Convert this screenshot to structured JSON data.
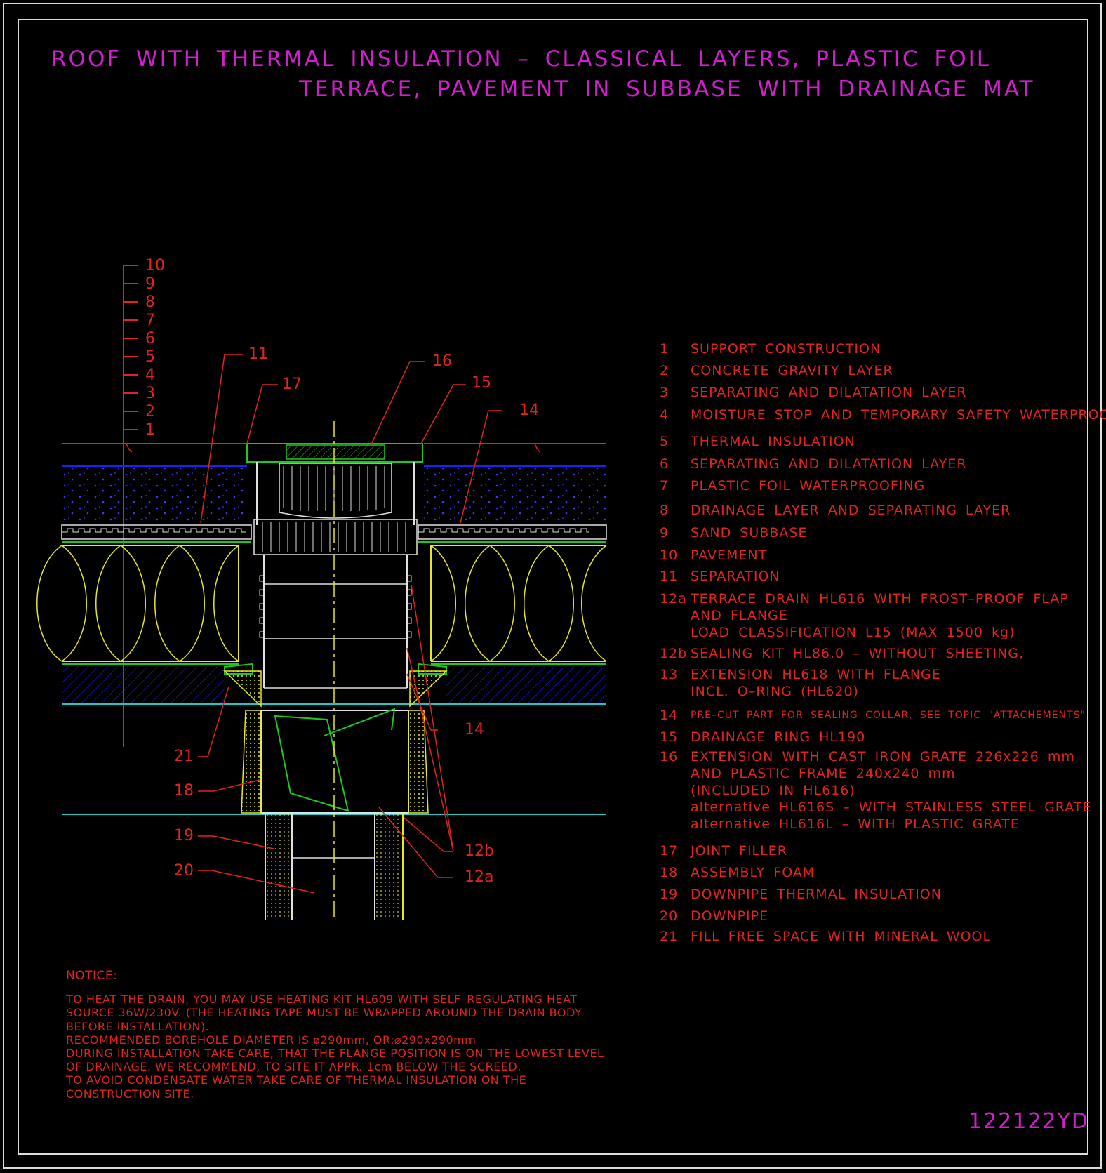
{
  "title": {
    "line1": "ROOF WITH THERMAL INSULATION – CLASSICAL LAYERS, PLASTIC FOIL",
    "line2": "TERRACE, PAVEMENT IN SUBBASE WITH DRAINAGE MAT"
  },
  "scale_numbers": [
    "10",
    "9",
    "8",
    "7",
    "6",
    "5",
    "4",
    "3",
    "2",
    "1"
  ],
  "callouts": {
    "c11": "11",
    "c17": "17",
    "c16": "16",
    "c15": "15",
    "c14top": "14",
    "c14mid": "14",
    "c21": "21",
    "c18": "18",
    "c19": "19",
    "c20": "20",
    "c12b": "12b",
    "c12a": "12a"
  },
  "legend": [
    {
      "num": "1",
      "lines": [
        "SUPPORT CONSTRUCTION"
      ]
    },
    {
      "num": "2",
      "lines": [
        "CONCRETE GRAVITY LAYER"
      ]
    },
    {
      "num": "3",
      "lines": [
        "SEPARATING AND DILATATION LAYER"
      ]
    },
    {
      "num": "4",
      "lines": [
        "MOISTURE STOP AND TEMPORARY SAFETY WATERPROOFING"
      ]
    },
    {
      "num": "5",
      "lines": [
        "THERMAL INSULATION"
      ]
    },
    {
      "num": "6",
      "lines": [
        "SEPARATING AND DILATATION LAYER"
      ]
    },
    {
      "num": "7",
      "lines": [
        "PLASTIC FOIL WATERPROOFING"
      ]
    },
    {
      "num": "8",
      "lines": [
        "DRAINAGE LAYER AND SEPARATING LAYER"
      ]
    },
    {
      "num": "9",
      "lines": [
        "SAND SUBBASE"
      ]
    },
    {
      "num": "10",
      "lines": [
        "PAVEMENT"
      ]
    },
    {
      "num": "11",
      "lines": [
        "SEPARATION"
      ]
    },
    {
      "num": "12a",
      "lines": [
        "TERRACE DRAIN HL616 WITH FROST–PROOF FLAP",
        "AND FLANGE",
        "LOAD CLASSIFICATION L15 (MAX 1500 kg)"
      ]
    },
    {
      "num": "12b",
      "lines": [
        "SEALING KIT HL86.0 – WITHOUT SHEETING,"
      ]
    },
    {
      "num": "13",
      "lines": [
        "EXTENSION HL618 WITH FLANGE",
        "INCL. O–RING (HL620)"
      ]
    },
    {
      "num": "14",
      "lines": [
        "PRE–CUT PART FOR SEALING COLLAR, SEE TOPIC \"ATTACHEMENTS\""
      ]
    },
    {
      "num": "15",
      "lines": [
        "DRAINAGE RING HL190"
      ]
    },
    {
      "num": "16",
      "lines": [
        "EXTENSION WITH CAST IRON GRATE 226x226 mm",
        "AND PLASTIC FRAME 240x240 mm",
        "(INCLUDED IN HL616)",
        "alternative HL616S – WITH STAINLESS STEEL GRATE",
        "alternative HL616L – WITH PLASTIC GRATE"
      ]
    },
    {
      "num": "17",
      "lines": [
        "JOINT FILLER"
      ]
    },
    {
      "num": "18",
      "lines": [
        "ASSEMBLY FOAM"
      ]
    },
    {
      "num": "19",
      "lines": [
        "DOWNPIPE THERMAL INSULATION"
      ]
    },
    {
      "num": "20",
      "lines": [
        "DOWNPIPE"
      ]
    },
    {
      "num": "21",
      "lines": [
        "FILL FREE SPACE WITH MINERAL WOOL"
      ]
    }
  ],
  "notice": {
    "heading": "NOTICE:",
    "body": "TO HEAT THE DRAIN, YOU MAY USE HEATING KIT HL609 WITH SELF–REGULATING HEAT\nSOURCE 36W/230V. (THE HEATING TAPE MUST BE WRAPPED AROUND THE DRAIN BODY\nBEFORE INSTALLATION).\nRECOMMENDED BOREHOLE DIAMETER IS ø290mm, OR:⌀290x290mm\nDURING INSTALLATION TAKE CARE, THAT THE FLANGE POSITION IS ON THE LOWEST LEVEL\nOF DRAINAGE. WE RECOMMEND, TO SITE IT APPR. 1cm BELOW THE SCREED.\nTO AVOID CONDENSATE WATER TAKE CARE OF THERMAL INSULATION ON THE\nCONSTRUCTION SITE."
  },
  "drawing_code": "122122YD",
  "colors": {
    "background": "#000000",
    "frame": "#dcdcdc",
    "title": "#d21ecf",
    "text": "#e0241e",
    "blue": "#1e1eff",
    "yellow": "#e8e820",
    "green": "#1ec81e",
    "cyan": "#1ec8c8",
    "white": "#e0e0e0",
    "red_line": "#e0241e"
  }
}
